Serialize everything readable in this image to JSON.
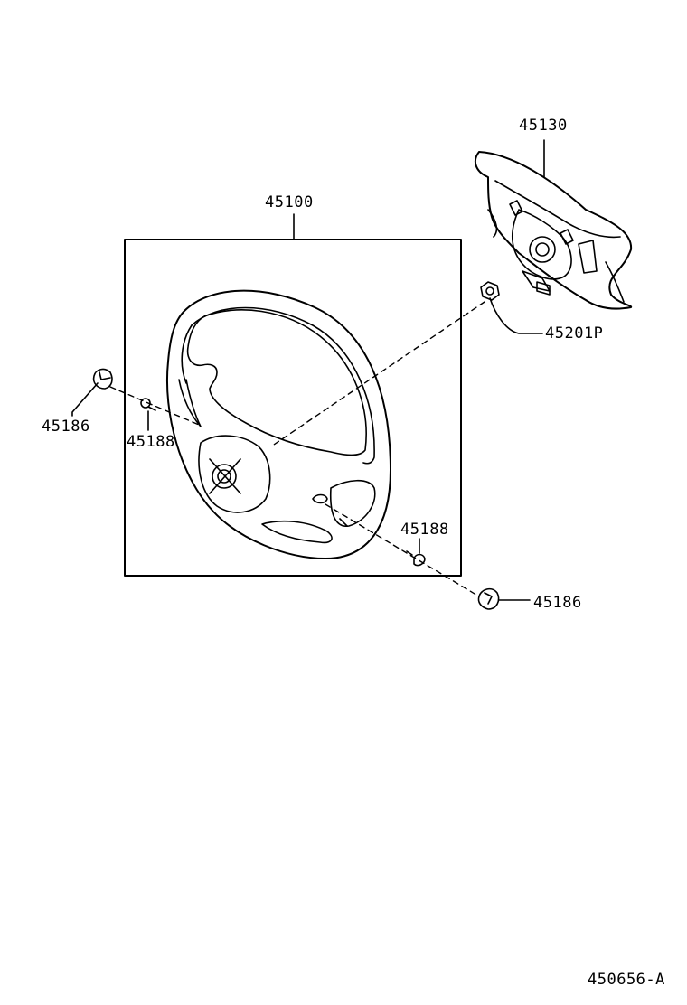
{
  "diagram": {
    "parts": [
      {
        "id": "45130",
        "label": "45130"
      },
      {
        "id": "45100",
        "label": "45100"
      },
      {
        "id": "45201P",
        "label": "45201P"
      },
      {
        "id": "45186-left",
        "label": "45186"
      },
      {
        "id": "45188-left",
        "label": "45188"
      },
      {
        "id": "45188-right",
        "label": "45188"
      },
      {
        "id": "45186-right",
        "label": "45186"
      }
    ],
    "reference_code": "450656-A",
    "line_color": "#000000",
    "background_color": "#ffffff"
  }
}
